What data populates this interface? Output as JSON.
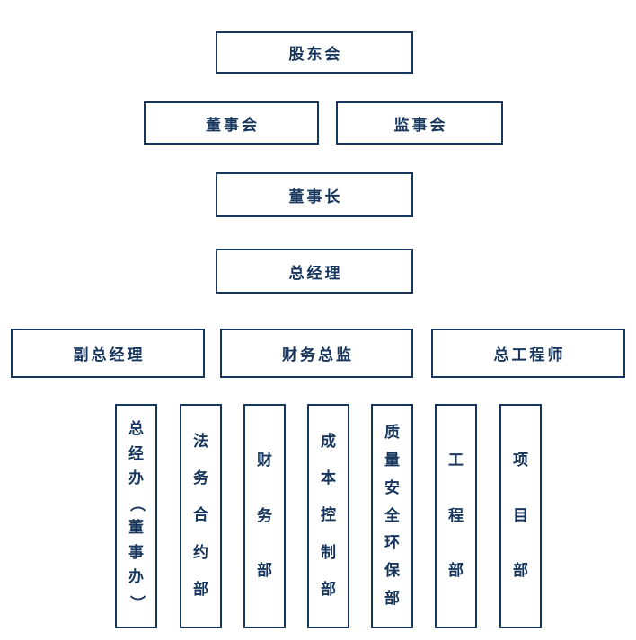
{
  "org_chart": {
    "nodes": {
      "shareholders": "股东会",
      "board": "董事会",
      "supervisory": "监事会",
      "chairman": "董事长",
      "general_manager": "总经理",
      "deputy_general_manager": "副总经理",
      "finance_director": "财务总监",
      "chief_engineer": "总工程师"
    },
    "departments": [
      "总经办（董事办）",
      "法务合约部",
      "财务部",
      "成本控制部",
      "质量安全环保部",
      "工程部",
      "项目部"
    ],
    "colors": {
      "border": "#17365d",
      "text": "#17365d",
      "background": "#ffffff"
    }
  }
}
